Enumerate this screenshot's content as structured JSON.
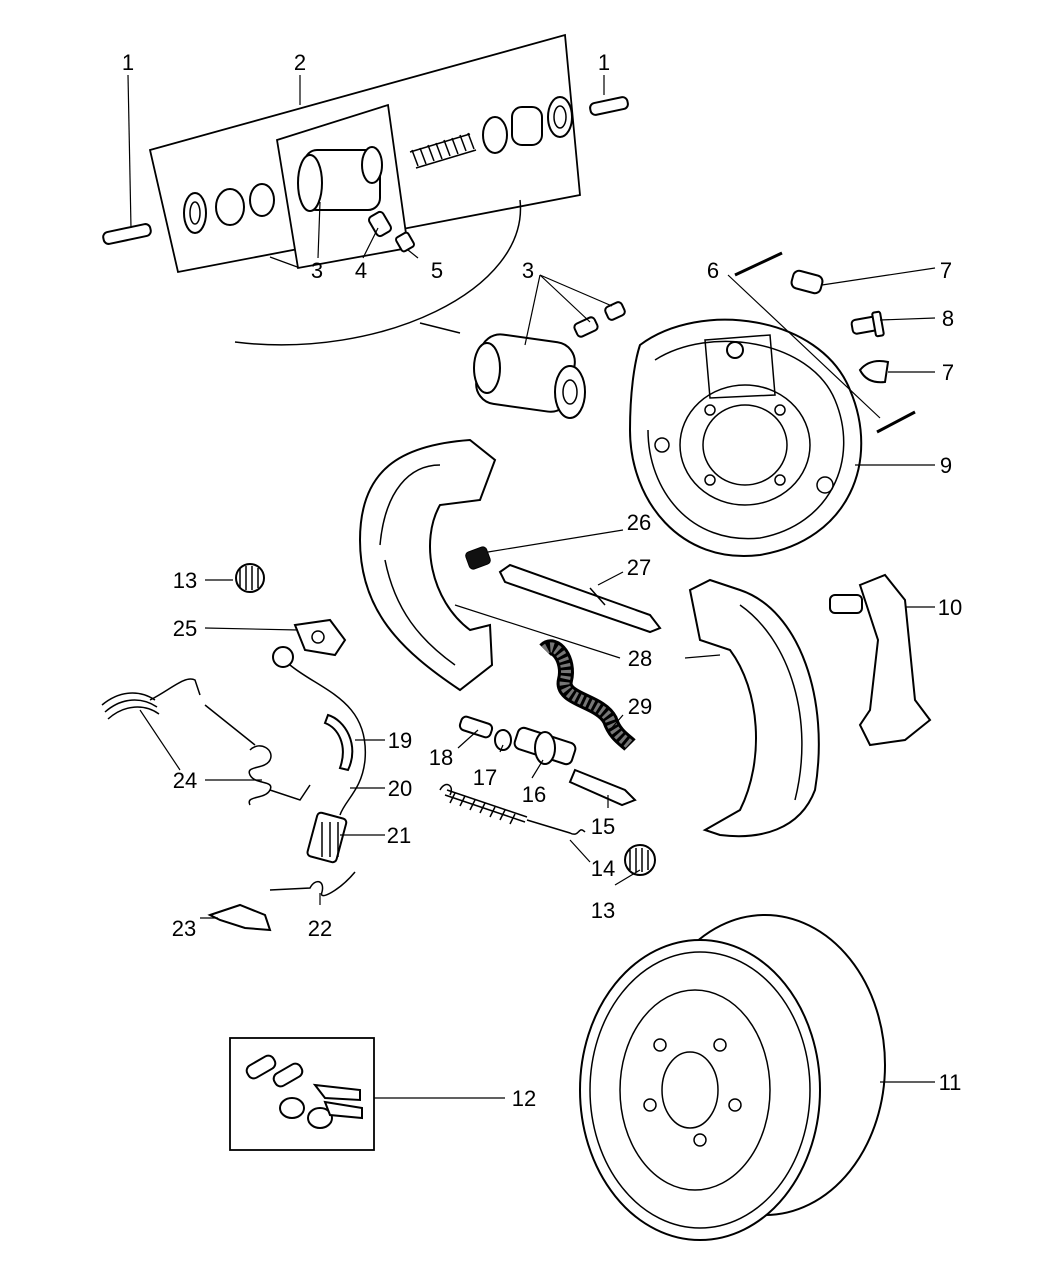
{
  "labels": {
    "l1a": "1",
    "l2": "2",
    "l1b": "1",
    "l3a": "3",
    "l4": "4",
    "l5": "5",
    "l3b": "3",
    "l6": "6",
    "l7a": "7",
    "l8": "8",
    "l7b": "7",
    "l9": "9",
    "l26": "26",
    "l27": "27",
    "l13a": "13",
    "l25": "25",
    "l10": "10",
    "l28": "28",
    "l29": "29",
    "l19": "19",
    "l24": "24",
    "l18": "18",
    "l17": "17",
    "l16": "16",
    "l20": "20",
    "l15": "15",
    "l21": "21",
    "l14": "14",
    "l13b": "13",
    "l23": "23",
    "l22": "22",
    "l12": "12",
    "l11": "11"
  }
}
